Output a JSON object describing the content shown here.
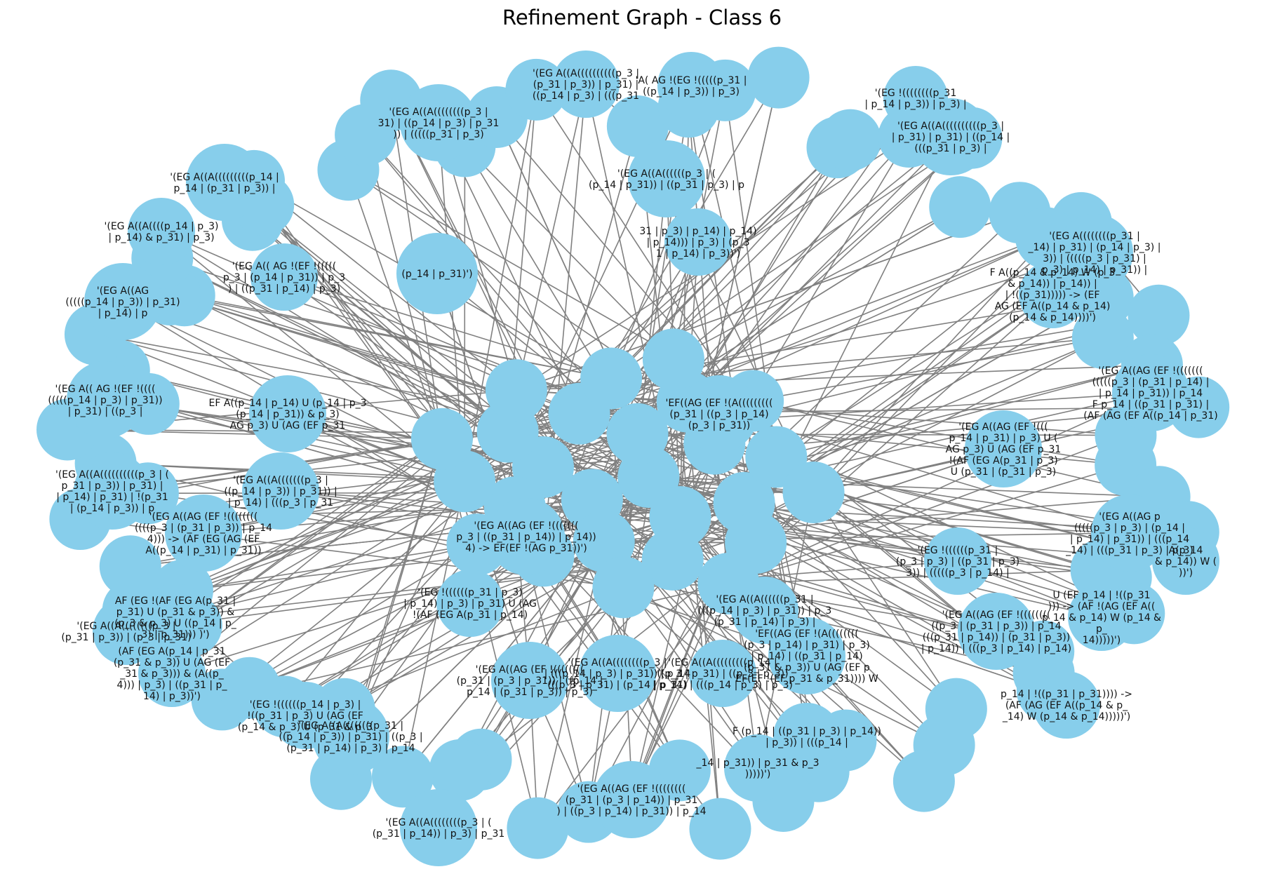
{
  "title": "Refinement Graph - Class 6",
  "colors": {
    "node": "#87CEEB",
    "edge": "#808080",
    "label": "#000000"
  },
  "nodes": [
    {
      "id": "n1",
      "label": "'(EG A((A((((((((((p_3 |\n(p_31 | p_3)) | p_31) |\n((p_14 | p_3) | (((p_31"
    },
    {
      "id": "n2",
      "label": "'A( AG !(EG !(((((p_31 |\n((p_14 | p_3)) | p_3)"
    },
    {
      "id": "n3",
      "label": "'(EG A((A((((((((p_3 |\n31) | ((p_14 | p_3) | p_31\n)) | (((((p_31 | p_3)"
    },
    {
      "id": "n4",
      "label": "'(EG !((((((((p_31\n| p_14 | p_3)) | p_3) |"
    },
    {
      "id": "n5",
      "label": "'(EG A((A((((((((((p_3 |\n| p_31) | p_31) | ((p_14 |\n(((p_31 | p_3) |"
    },
    {
      "id": "n6",
      "label": "'(EG A((A(((((((((p_14 |\np_14 | (p_31 | p_3)) |"
    },
    {
      "id": "n7",
      "label": "'(EG A((A((((p_14 | p_3)\n| p_14) & p_31) | p_3)"
    },
    {
      "id": "n8",
      "label": "'(EG A((AG\n(((((p_14 | p_3)) | p_31)\n| p_14) | p"
    },
    {
      "id": "n9",
      "label": "(p_14 | p_31)')"
    },
    {
      "id": "n10",
      "label": "'EF((AG (EF !(A(((((((((\n(p_31 | ((p_3 | p_14)\n(p_3 | p_31))"
    },
    {
      "id": "n11",
      "label": "'(EG A((A((((((p_3 | (\n(p_14 | p_31)) | ((p_31 | p_3) | p"
    },
    {
      "id": "n12",
      "label": "31 | p_3) | p_14) | p_14)\n| p_14))) | p_3) | (p_3\n1 | p_14) | p_3))')"
    },
    {
      "id": "n13",
      "label": "F A((p_14 & p_14) W (p_3\n& p_14)) | p_14)) |\n| !((p_31))))) -> (EF\nAG (EF A((p_14 & p_14)\n(p_14 & p_14))))')"
    },
    {
      "id": "n14",
      "label": "'(EG A((AG (EF !(((\np_14 | p_31) | p_3) U (\nAG p_3) U (AG (EF p_31\n!(AF (EG A(p_31 | p_3)\nU (p_31 | (p_31 | p_3)"
    },
    {
      "id": "n15",
      "label": "'(EG A((((((((p_31 |\n_14) | p_31) | (p_14 | p_3) |\n3)) | (((((p_3 | p_31) |\np_3) | p_14) | p_31)) |"
    },
    {
      "id": "n16",
      "label": "'(EG A((AG (EF !(((((((\n(((((p_3 | (p_31 | p_14) |\n| p_14 | p_31)) | p_14\nF p_14 | ((p_31 | p_31) |\n(AF (AG (EF A((p_14 | p_31)"
    },
    {
      "id": "n17",
      "label": "'(EG A((AG (EF !((((((((\n((p_3 | (p_31 | p_3)) | p_14\n(((p_31 | p_14)) | (p_31 | p_3))\n| p_14)) | (((p_3 | p_14) | p_14)"
    },
    {
      "id": "n18",
      "label": "'(EG !((((((p_31 |\n(p_3 | p_3) | ((p_31 | p_3)\n3)) | (((((p_3 | p_14) |"
    },
    {
      "id": "n19",
      "label": "'(EG A((AG p\n(((((p_3 | p_3) | (p_14 |\n| p_14) | p_31)) | (((p_14\n_14) | (((p_31 | p_3) | p_3)"
    },
    {
      "id": "n20",
      "label": "AF (EG !(AF (EG A(p_31 |\np_31) U (p_31 & p_3)) &\n(p_3 & p_3) U ((p_14 | p_\n3) | p_31))) )')"
    },
    {
      "id": "n21",
      "label": "(AF (EG A(p_14 | p_31\n(p_31 & p_3)) U (AG (EF\n_31 & p_3))) & (A((p_\n4))) | p_3) | ((p_31 | p_\n14) | p_3))')"
    },
    {
      "id": "n22",
      "label": "F (p_14 | ((p_31 | p_3) | p_14))\n| p_3)) | (((p_14 |"
    },
    {
      "id": "n23",
      "label": "_14 | p_31)) | p_31 & p_3\n)))))')"
    },
    {
      "id": "n24",
      "label": "p_14 | !((p_31 | p_31)))) ->\n(AF (AG (EF A((p_14 & p_\n_14) W (p_14 & p_14)))))')"
    },
    {
      "id": "n25",
      "label": "U (EF p_14 | !((p_31\n))) -> (AF !(AG (EF A((\np_14 & p_14) W (p_14 &\np_\n14)))))')"
    },
    {
      "id": "n26",
      "label": "A(p_14\n& p_14)) W (\n))')"
    },
    {
      "id": "n27",
      "label": "'(EG A(( AG !(EF !((((\n(((((p_14 | p_3) | p_31))\n| p_31) | ((p_3 |"
    },
    {
      "id": "n28",
      "label": "'(EG A((A((((((((((p_3 | (\np_31 | p_3)) | p_31) |\n| p_14) | p_31) | !(p_31\n| (p_14 | p_3)) | p"
    },
    {
      "id": "n29",
      "label": "EF A((p_14 | p_14) U (p_14 | p_3\n(p_14 | p_31)) & p_3)\nAG p_3) U (AG (EF p_31"
    },
    {
      "id": "n30",
      "label": "'(EG A((A(((((((p_3 |\n((p_14 | p_3)) | p_31)) |\n| p_14) | (((p_3 | p_31"
    },
    {
      "id": "n31",
      "label": "'(EG A((AG (EF !((((((((\n((((p_3 | (p_31 | p_3)) | p_14\n4))) -> (AF (EG (AG (EF\nA((p_14 | p_31) | p_31))"
    },
    {
      "id": "n32",
      "label": "'(EG A((A((((((((p_3 |\n(p_31 | p_3)) | (p_3 | p_31)"
    },
    {
      "id": "n33",
      "label": "'(EG A((A((((((((p_3 | (\n(p_31 | p_14)) | p_3) | p_31"
    },
    {
      "id": "n34",
      "label": "'(EG A((AG (EF !((((((((\n(p_31 | (p_3 | p_31)) | ((p_14 |\np_14 | (p_31 | p_3)) | p_3)"
    },
    {
      "id": "n35",
      "label": "'(EG !((((((p_31 | p_3)\n| p_14) | p_3) | p_31) U (AG\n!(AF (EG A(p_31 | p_14)"
    },
    {
      "id": "n36",
      "label": "'(EG A((A((((((((p_3 |\n| (((p_14 | p_3) | p_31)) | p_14\n(((p_3 | p_31) | (p_14 | p_31)"
    },
    {
      "id": "n37",
      "label": "'(EG A((A(((((((((p_14 |\n((p_3 | p_31) | ((p_3 | p_3))\n| p_14) | (((p_14 | p_3) | p_3)"
    },
    {
      "id": "n38",
      "label": "'(EG A((AG (EF !(((((((\np_3 | ((p_31 | p_14)) | p_14))\n4) -> EF(EF !(AG p_31))')"
    },
    {
      "id": "n39",
      "label": "'EF((AG (EF !(A((((((((\n(p_3 | p_14) | p_31) | p_3)\n| p_14) | ((p_31 | p_14)\n(p_31 & p_3)) U (AG (EF p\nEF(EF !(EF p_31 & p_31)))) W"
    },
    {
      "id": "n40",
      "label": "'(EG A((A((((((((p_31 |\n((p_14 | p_3)) | p_31) | ((p_3 |\n(p_31 | p_14) | p_3) | p_14"
    },
    {
      "id": "n41",
      "label": "'(EG A((AG (EF !((((((((\n(p_31 | (p_3 | p_14)) | p_31\n) | ((p_3 | p_14) | p_31)) | p_14"
    },
    {
      "id": "n42",
      "label": "'(EG A((A((((((p_31 |\n(((p_14 | p_3) | p_31)) | p_3\n(p_31 | p_14) | p_3) |"
    },
    {
      "id": "n43",
      "label": "'(EG !((((((p_14 | p_3) |\n!((p_31 | p_3) U (AG (EF\n(p_14 & p_3) U (p_31 & p_3"
    },
    {
      "id": "n44",
      "label": "'(EG A(( AG !(EF !(((((\np_3 | (p_14 | p_31)) | p_3\n) | ((p_31 | p_14) | p_3)"
    }
  ]
}
